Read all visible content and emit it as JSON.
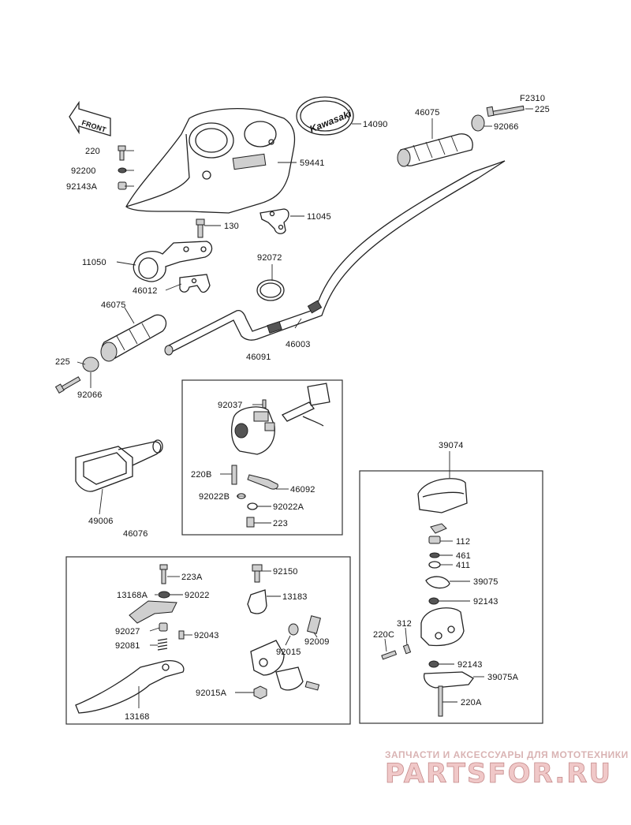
{
  "diagram": {
    "figure_code": "F2310",
    "front_badge": "FRONT",
    "logo_text": "Kawasaki",
    "parts": {
      "p220_top": "220",
      "p92200": "92200",
      "p92143A": "92143A",
      "p59441": "59441",
      "p14090": "14090",
      "p46075_top": "46075",
      "p225_top": "225",
      "p92066_top": "92066",
      "p11045": "11045",
      "p130": "130",
      "p11050": "11050",
      "p92072": "92072",
      "p46012": "46012",
      "p46075_left": "46075",
      "p46003": "46003",
      "p225_left": "225",
      "p92066_left": "92066",
      "p46091": "46091",
      "p92037": "92037",
      "p220B": "220B",
      "p46092": "46092",
      "p92022B": "92022B",
      "p92022A": "92022A",
      "p223": "223",
      "p49006": "49006",
      "p46076": "46076",
      "p223A": "223A",
      "p92150": "92150",
      "p13168A": "13168A",
      "p92022": "92022",
      "p13183": "13183",
      "p92027": "92027",
      "p92043": "92043",
      "p92009": "92009",
      "p92081": "92081",
      "p92015": "92015",
      "p92015A": "92015A",
      "p13168": "13168",
      "p39074": "39074",
      "p112": "112",
      "p461": "461",
      "p411": "411",
      "p39075": "39075",
      "p92143": "92143",
      "p312": "312",
      "p220C": "220C",
      "p92143b": "92143",
      "p39075A": "39075A",
      "p220A": "220A"
    }
  },
  "watermark": {
    "tagline": "ЗАПЧАСТИ И АКСЕССУАРЫ ДЛЯ МОТОТЕХНИКИ",
    "brand": "PARTSFOR.RU"
  }
}
